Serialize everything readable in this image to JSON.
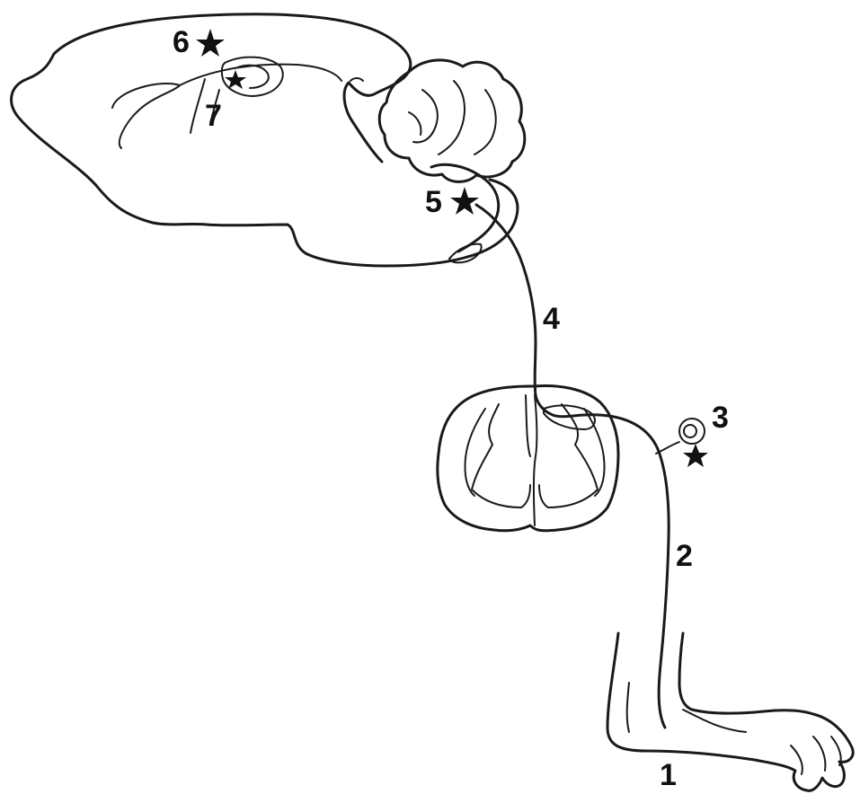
{
  "diagram": {
    "labels": [
      {
        "id": "1",
        "text": "1"
      },
      {
        "id": "2",
        "text": "2"
      },
      {
        "id": "3",
        "text": "3"
      },
      {
        "id": "4",
        "text": "4"
      },
      {
        "id": "5",
        "text": "5"
      },
      {
        "id": "6",
        "text": "6"
      },
      {
        "id": "7",
        "text": "7"
      }
    ],
    "stroke_color": "#1a1a1a",
    "background_color": "#ffffff"
  }
}
